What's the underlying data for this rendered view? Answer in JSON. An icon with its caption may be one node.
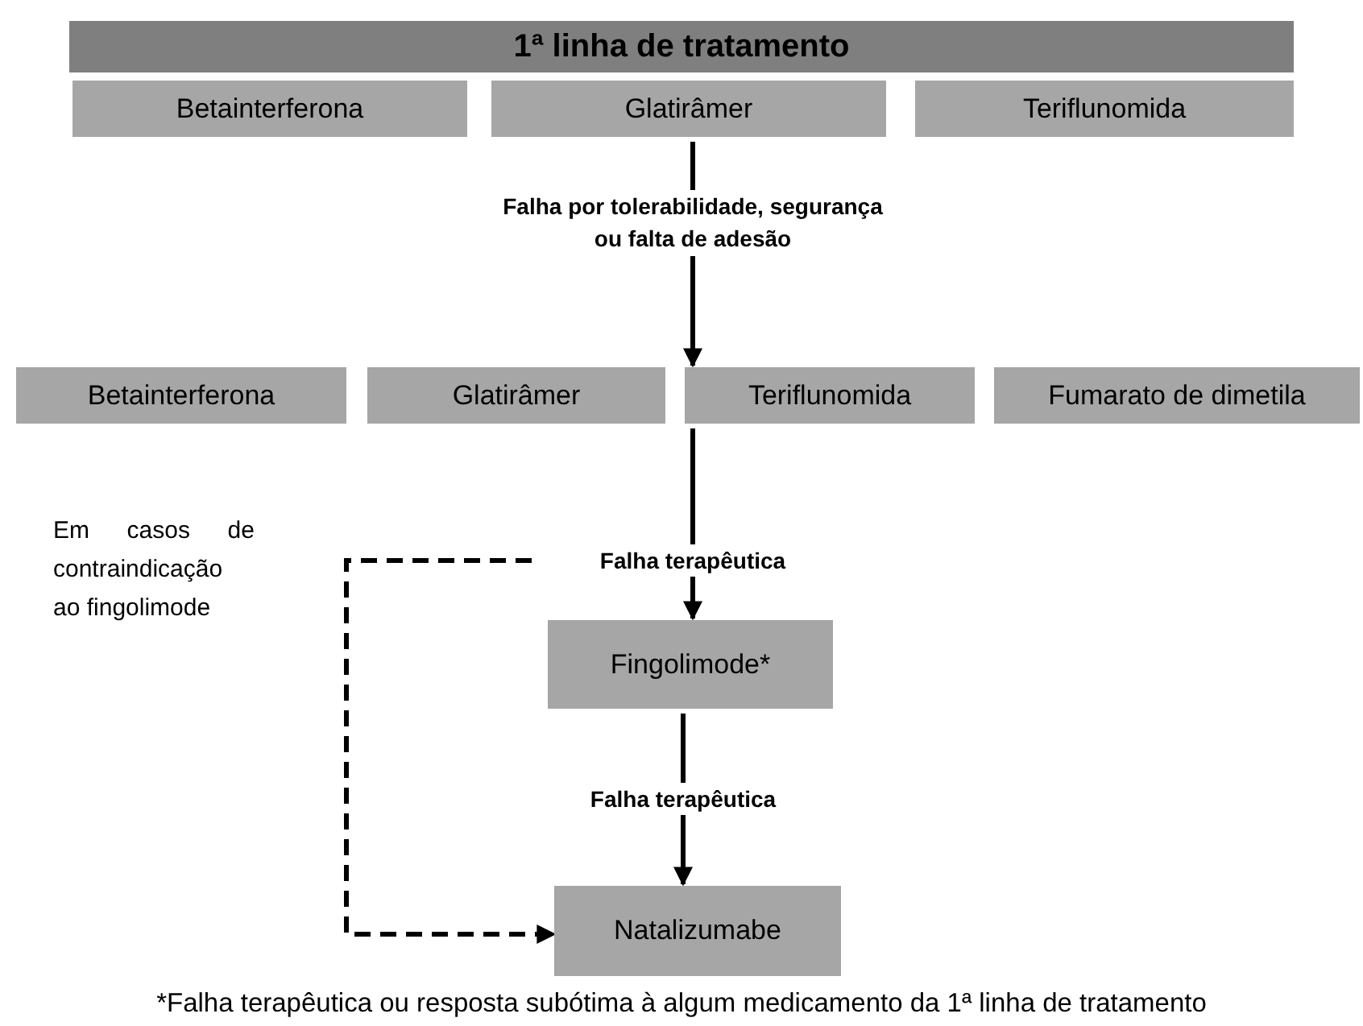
{
  "diagram": {
    "nodes": [
      {
        "text": [
          "1ª linha de tratamento"
        ]
      },
      {
        "text": [
          "Betainterferona"
        ]
      },
      {
        "text": [
          "Glatirâmer"
        ]
      },
      {
        "text": [
          "Teriflunomida"
        ]
      },
      {
        "text": [
          "Betainterferona"
        ]
      },
      {
        "text": [
          "Glatirâmer"
        ]
      },
      {
        "text": [
          "Teriflunomida"
        ]
      },
      {
        "text": [
          "Fumarato de dimetila"
        ]
      },
      {
        "text": [
          "Fingolimode*"
        ]
      },
      {
        "text": [
          "Natalizumabe"
        ]
      }
    ],
    "edges": [
      {
        "from": 2,
        "to": 6,
        "arrow": "to",
        "label": "Falha por tolerabilidade, segurança ou falta de adesão"
      },
      {
        "from": 6,
        "to": 8,
        "arrow": "to",
        "label": "Falha terapêutica"
      },
      {
        "from": 8,
        "to": 9,
        "arrow": "to",
        "label": "Falha terapêutica"
      },
      {
        "from": null,
        "to": 9,
        "arrow": "to",
        "style": "dashed",
        "label": "Em casos de contraindicação ao fingolimode"
      }
    ],
    "caption": "*Falha terapêutica ou resposta subótima à algum medicamento da 1ª linha de tratamento"
  }
}
